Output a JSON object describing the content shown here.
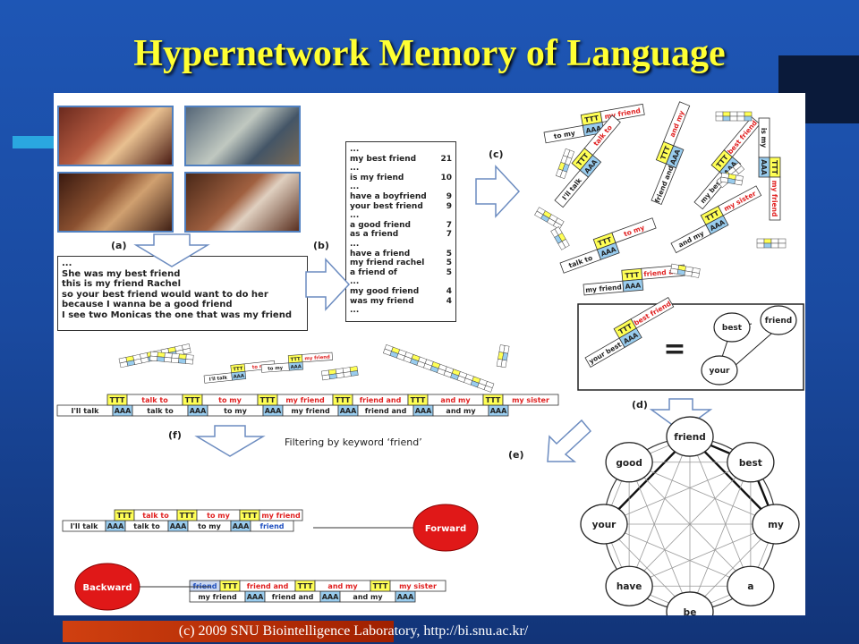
{
  "slide": {
    "title": "Hypernetwork Memory of Language",
    "footer": "(c) 2009 SNU Biointelligence Laboratory, http://bi.snu.ac.kr/"
  },
  "labels": {
    "a": "(a)",
    "b": "(b)",
    "c": "(c)",
    "d": "(d)",
    "e": "(e)",
    "f": "(f)",
    "filtering": "Filtering by keyword ‘friend’",
    "equals": "="
  },
  "sentences": [
    "...",
    "She was my best friend",
    "this is my friend Rachel",
    "so your best friend would want to do her",
    "because I wanna be a good friend",
    "I see two Monicas the one that was my friend"
  ],
  "frequencies": [
    {
      "phrase": "...",
      "count": ""
    },
    {
      "phrase": "my best friend",
      "count": "21"
    },
    {
      "phrase": "...",
      "count": ""
    },
    {
      "phrase": "is my friend",
      "count": "10"
    },
    {
      "phrase": "...",
      "count": ""
    },
    {
      "phrase": "have a boyfriend",
      "count": "9"
    },
    {
      "phrase": "your best friend",
      "count": "9"
    },
    {
      "phrase": "...",
      "count": ""
    },
    {
      "phrase": "a good friend",
      "count": "7"
    },
    {
      "phrase": "as a friend",
      "count": "7"
    },
    {
      "phrase": "...",
      "count": ""
    },
    {
      "phrase": "have a friend",
      "count": "5"
    },
    {
      "phrase": "my friend rachel",
      "count": "5"
    },
    {
      "phrase": "a friend of",
      "count": "5"
    },
    {
      "phrase": "...",
      "count": ""
    },
    {
      "phrase": "my good friend",
      "count": "4"
    },
    {
      "phrase": "was my friend",
      "count": "4"
    },
    {
      "phrase": "...",
      "count": ""
    }
  ],
  "hyperedges": [
    {
      "top": "my friend",
      "bottom": "to my"
    },
    {
      "top": "talk to",
      "bottom": "I'll talk"
    },
    {
      "top": "and my",
      "bottom": "friend and"
    },
    {
      "top": "best friend",
      "bottom": "my best"
    },
    {
      "top": "my sister",
      "bottom": "and my"
    },
    {
      "top": "to my",
      "bottom": "talk to"
    },
    {
      "top": "friend and",
      "bottom": "my friend"
    },
    {
      "top": "my friend",
      "bottom": "is my"
    }
  ],
  "chain": {
    "top": [
      "TTT",
      "talk to",
      "TTT",
      "to my",
      "TTT",
      "my friend",
      "TTT",
      "friend and",
      "TTT",
      "and my",
      "TTT",
      "my sister"
    ],
    "bottom": [
      "I'll talk",
      "AAA",
      "talk to",
      "AAA",
      "to my",
      "AAA",
      "my friend",
      "AAA",
      "friend and",
      "AAA",
      "and my",
      "AAA"
    ]
  },
  "forward": {
    "top": [
      "TTT",
      "talk to",
      "TTT",
      "to my",
      "TTT",
      "my friend"
    ],
    "bottom": [
      "I'll talk",
      "AAA",
      "talk to",
      "AAA",
      "to my",
      "AAA",
      "friend"
    ],
    "node": "Forward"
  },
  "backward": {
    "top": [
      "friend",
      "TTT",
      "friend and",
      "TTT",
      "and my",
      "TTT",
      "my sister"
    ],
    "bottom": [
      "my friend",
      "AAA",
      "friend and",
      "AAA",
      "and my",
      "AAA"
    ],
    "node": "Backward"
  },
  "equivalence": {
    "edge_top": "best friend",
    "edge_bottom": "your best",
    "nodes": [
      "best",
      "friend",
      "your"
    ]
  },
  "network": {
    "nodes": [
      "friend",
      "best",
      "my",
      "a",
      "be",
      "have",
      "your",
      "good"
    ]
  },
  "tokens": {
    "ttt": "TTT",
    "aaa": "AAA"
  },
  "colors": {
    "ttt": "#ffff55",
    "aaa": "#99ccee",
    "accent_text": "#e02020",
    "node_red": "#e01818"
  }
}
